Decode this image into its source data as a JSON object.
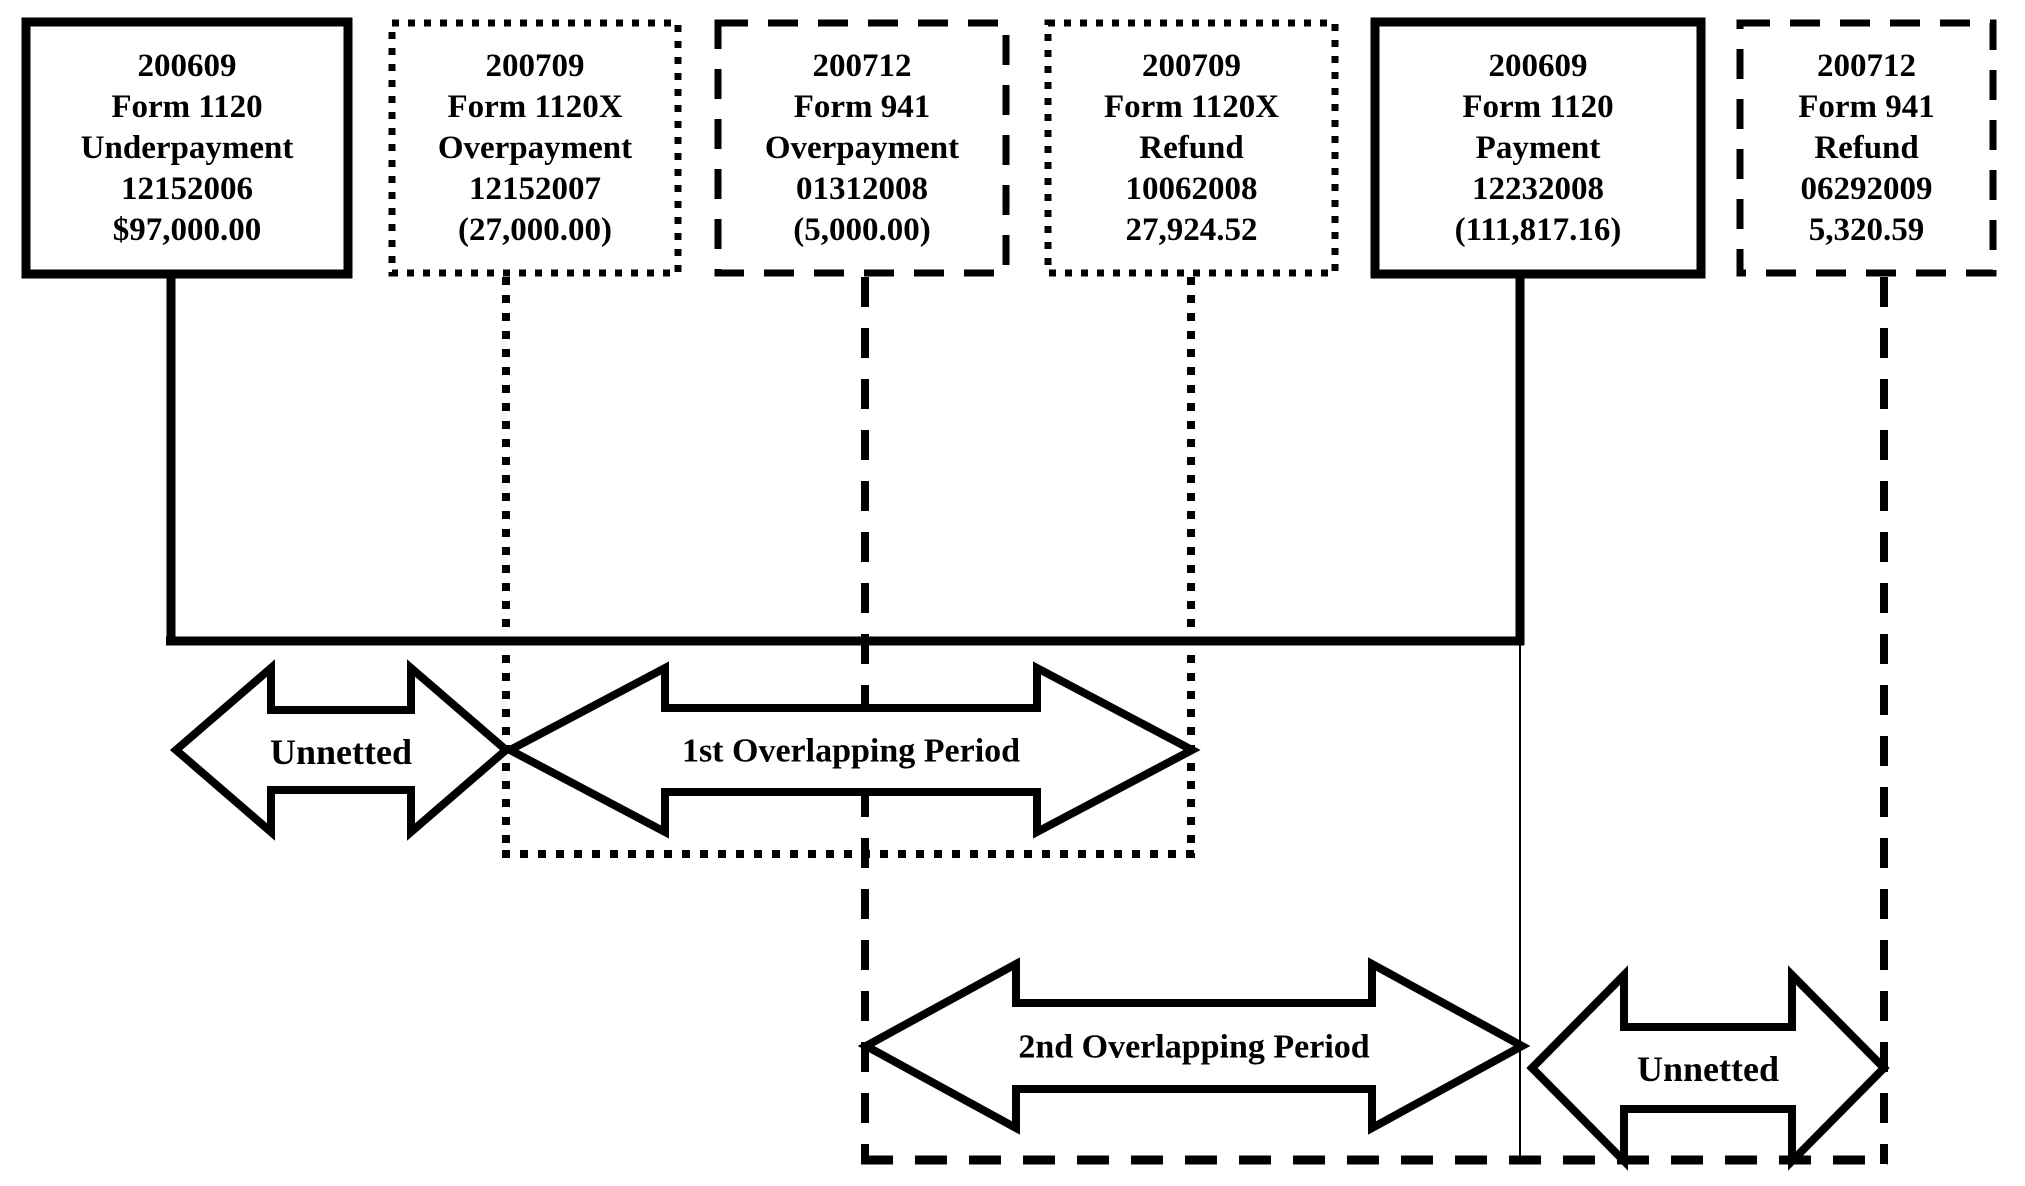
{
  "page": {
    "background_color": "#ffffff",
    "ink_color": "#000000"
  },
  "boxes": [
    {
      "border_style": "solid",
      "lines": [
        "200609",
        "Form 1120",
        "Underpayment",
        "12152006",
        "$97,000.00"
      ]
    },
    {
      "border_style": "dotted",
      "lines": [
        "200709",
        "Form 1120X",
        "Overpayment",
        "12152007",
        "(27,000.00)"
      ]
    },
    {
      "border_style": "dashed",
      "lines": [
        "200712",
        "Form 941",
        "Overpayment",
        "01312008",
        "(5,000.00)"
      ]
    },
    {
      "border_style": "dotted",
      "lines": [
        "200709",
        "Form 1120X",
        "Refund",
        "10062008",
        "27,924.52"
      ]
    },
    {
      "border_style": "solid",
      "lines": [
        "200609",
        "Form 1120",
        "Payment",
        "12232008",
        "(111,817.16)"
      ]
    },
    {
      "border_style": "dashed",
      "lines": [
        "200712",
        "Form 941",
        "Refund",
        "06292009",
        "5,320.59"
      ]
    }
  ],
  "timeline": {
    "arrows": [
      {
        "label": "Unnetted"
      },
      {
        "label": "1st Overlapping Period"
      },
      {
        "label": "2nd Overlapping Period"
      },
      {
        "label": "Unnetted"
      }
    ]
  }
}
